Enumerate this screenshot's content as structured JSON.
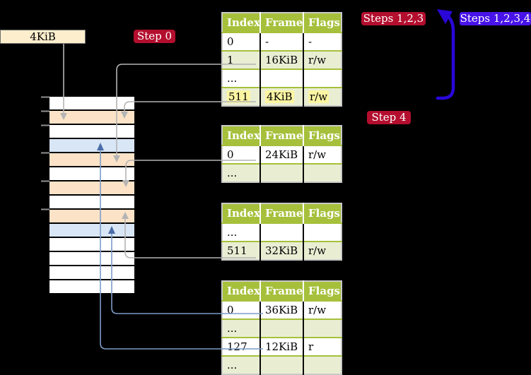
{
  "frame_size_label": "4KiB",
  "badges": {
    "step0": "Step 0",
    "steps123": "Steps 1,2,3",
    "steps1234": "Steps 1,2,3,4",
    "step4": "Step 4"
  },
  "tables": [
    {
      "name": "page-table-top",
      "headers": [
        "Index",
        "Frame",
        "Flags"
      ],
      "rows": [
        [
          "0",
          "-",
          "-"
        ],
        [
          "1",
          "16KiB",
          "r/w"
        ],
        [
          "...",
          "",
          ""
        ],
        [
          "511",
          "4KiB",
          "r/w"
        ]
      ],
      "highlight_row": 3
    },
    {
      "name": "page-table-second",
      "headers": [
        "Index",
        "Frame",
        "Flags"
      ],
      "rows": [
        [
          "0",
          "24KiB",
          "r/w"
        ],
        [
          "...",
          "",
          ""
        ]
      ],
      "highlight_row": -1
    },
    {
      "name": "page-table-third",
      "headers": [
        "Index",
        "Frame",
        "Flags"
      ],
      "rows": [
        [
          "...",
          "",
          ""
        ],
        [
          "511",
          "32KiB",
          "r/w"
        ]
      ],
      "highlight_row": -1
    },
    {
      "name": "page-table-bottom",
      "headers": [
        "Index",
        "Frame",
        "Flags"
      ],
      "rows": [
        [
          "0",
          "36KiB",
          "r/w"
        ],
        [
          "...",
          "",
          ""
        ],
        [
          "127",
          "12KiB",
          "r"
        ],
        [
          "...",
          "",
          ""
        ]
      ],
      "highlight_row": -1
    }
  ],
  "memory": {
    "frames": [
      {
        "fill": "white"
      },
      {
        "fill": "peach"
      },
      {
        "fill": "white"
      },
      {
        "fill": "blue"
      },
      {
        "fill": "peach"
      },
      {
        "fill": "white"
      },
      {
        "fill": "peach"
      },
      {
        "fill": "white"
      },
      {
        "fill": "peach"
      },
      {
        "fill": "blue"
      },
      {
        "fill": "white"
      },
      {
        "fill": "white"
      },
      {
        "fill": "white"
      },
      {
        "fill": "white"
      }
    ]
  },
  "colors": {
    "background": "#000000",
    "table_header_green": "#a6c03c",
    "table_alt_row_green": "#e9eed3",
    "highlight_yellow": "#fcf5a2",
    "frame_label_cream": "#fdeecd",
    "memory_page_table_frame": "#fce3c7",
    "memory_mapped_page": "#d9e6f6",
    "badge_red": "#b30e2e",
    "badge_blue": "#4813e8",
    "arrow_blue": "#2a07d8",
    "connector_gray": "#b4b4b4",
    "connector_steel_blue": "#7d9bc8"
  }
}
